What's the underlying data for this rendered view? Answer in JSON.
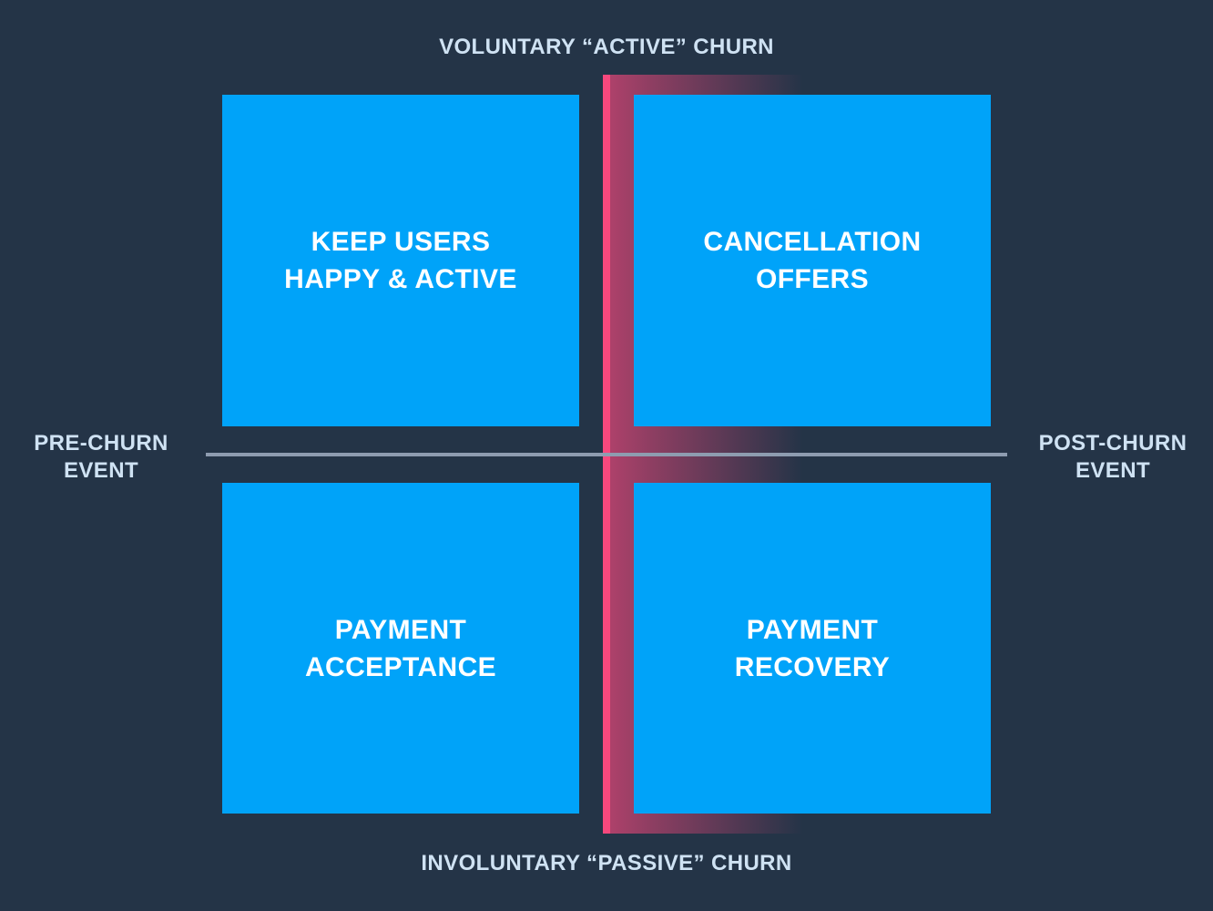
{
  "diagram": {
    "title_top": "VOLUNTARY “ACTIVE” CHURN",
    "title_bottom": "INVOLUNTARY “PASSIVE” CHURN",
    "label_left": {
      "line1": "PRE-CHURN",
      "line2": "EVENT"
    },
    "label_right": {
      "line1": "POST-CHURN",
      "line2": "EVENT"
    },
    "quadrants": {
      "top_left": {
        "line1": "KEEP USERS",
        "line2": "HAPPY & ACTIVE"
      },
      "top_right": {
        "line1": "CANCELLATION",
        "line2": "OFFERS"
      },
      "bottom_left": {
        "line1": "PAYMENT",
        "line2": "ACCEPTANCE"
      },
      "bottom_right": {
        "line1": "PAYMENT",
        "line2": "RECOVERY"
      }
    },
    "colors": {
      "background": "#243447",
      "quadrant_blue": "#00a3f9",
      "accent_pink": "#f7487d",
      "glow_pink": "rgba(247,72,125,0.65)",
      "axis_line_gray": "#8e9cb0",
      "label_text": "#cfe2f3",
      "quadrant_text": "#ffffff"
    }
  }
}
